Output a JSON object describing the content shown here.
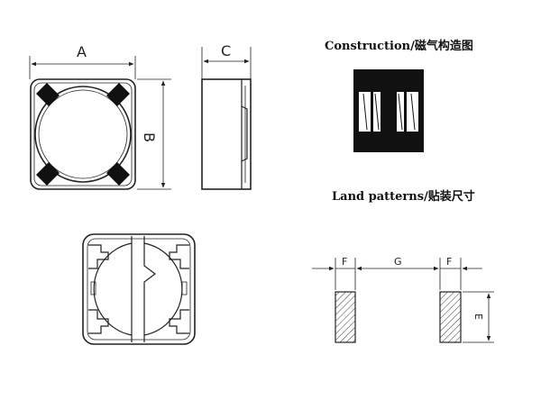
{
  "labels": {
    "construction": "Construction/磁气构造图",
    "land_patterns": "Land patterns/贴装尺寸"
  },
  "dims": {
    "a": "A",
    "b": "B",
    "c": "C",
    "e": "E",
    "f_left": "F",
    "g": "G",
    "f_right": "F"
  },
  "colors": {
    "line": "#222222",
    "fill_dark": "#111111",
    "background": "#ffffff"
  }
}
